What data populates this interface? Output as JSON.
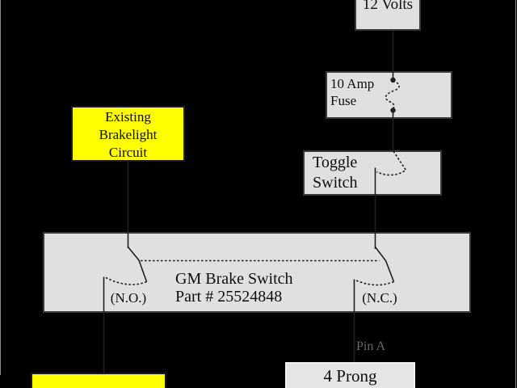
{
  "diagram": {
    "colors": {
      "background": "#000000",
      "box_fill": "#e0e0e0",
      "box_border": "#3a3a3a",
      "highlight_fill": "#ffff00",
      "connector_fill": "#e5e5e5",
      "connector_border": "#f2f2f2",
      "wire": "#1f1f1f",
      "text": "#0e0e0e",
      "muted_text": "#696969",
      "frame_line": "#8a8a8a"
    },
    "nodes": {
      "supply": {
        "label": "12 Volts"
      },
      "fuse": {
        "lines": [
          "10 Amp",
          "Fuse"
        ]
      },
      "brakelight": {
        "lines": [
          "Existing",
          "Brakelight",
          "Circuit"
        ]
      },
      "toggle": {
        "lines": [
          "Toggle",
          "Switch"
        ]
      },
      "gm": {
        "lines": [
          "GM Brake Switch",
          "Part # 25524848"
        ],
        "left_terminal": "(N.O.)",
        "right_terminal": "(N.C.)"
      },
      "pin_a": {
        "label": "Pin A"
      },
      "connector": {
        "label": "4 Prong"
      }
    },
    "connections": [
      "12 Volts -> 10 Amp Fuse",
      "10 Amp Fuse -> Toggle Switch",
      "Toggle Switch -> GM Brake Switch right pole (N.C.)",
      "GM Brake Switch (N.C.) -> Pin A -> 4 Prong",
      "Existing Brakelight Circuit -> GM Brake Switch left pole (N.O.)",
      "GM Brake Switch (N.O.) -> lower yellow box"
    ]
  }
}
